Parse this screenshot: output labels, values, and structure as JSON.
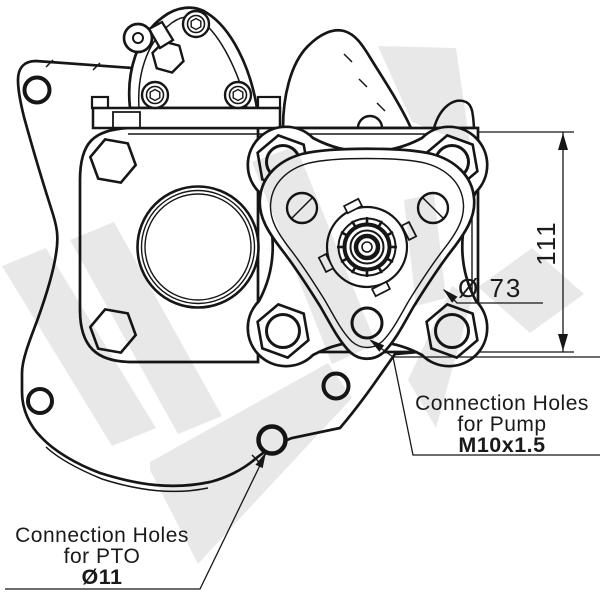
{
  "drawing": {
    "type": "technical-drawing",
    "subject": "PTO rear view with pump mounting flange",
    "dimensions": {
      "height": "111",
      "pilot_diameter": "Ø 73"
    },
    "labels": {
      "pump_holes": {
        "line1": "Connection Holes",
        "line2": "for Pump",
        "line3": "M10x1.5"
      },
      "pto_holes": {
        "line1": "Connection Holes",
        "line2": "for PTO",
        "line3": "Ø11"
      }
    },
    "colors": {
      "line": "#161616",
      "text": "#1a1a1a",
      "background": "#ffffff",
      "watermark": "#e8e8e8"
    }
  }
}
